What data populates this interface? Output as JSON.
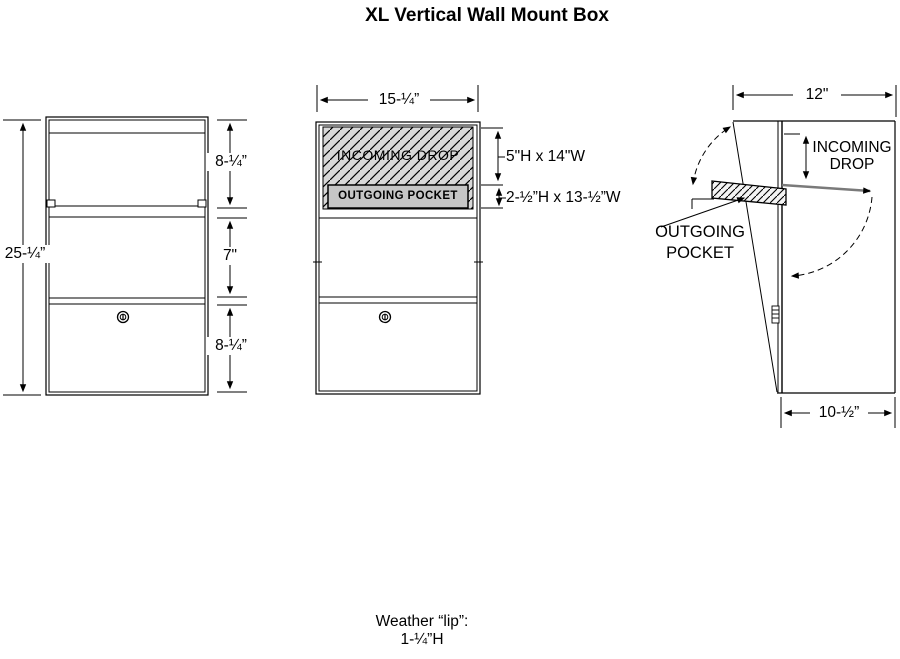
{
  "title": "XL Vertical Wall Mount Box",
  "front_view": {
    "overall_height": "25-¼”",
    "top_section": "8-¼”",
    "middle_section": "7\"",
    "bottom_section": "8-¼”"
  },
  "face_view": {
    "width": "15-¼”",
    "incoming_drop": "INCOMING DROP",
    "outgoing_pocket": "OUTGOING POCKET",
    "incoming_size": "5\"H x 14\"W",
    "outgoing_size": "2-½”H x 13-½”W"
  },
  "side_view": {
    "depth": "12\"",
    "incoming_line1": "INCOMING",
    "incoming_line2": "DROP",
    "outgoing_line1": "OUTGOING",
    "outgoing_line2": "POCKET",
    "bottom_depth": "10-½”"
  },
  "footnote": {
    "line1": "Weather “lip”:",
    "line2": "1-¼”H"
  },
  "colors": {
    "line": "#000000",
    "hatch_fill": "#d8d8d8",
    "pocket_bar_fill": "#c6c6c6",
    "door_open_line": "#7a7a7a"
  }
}
